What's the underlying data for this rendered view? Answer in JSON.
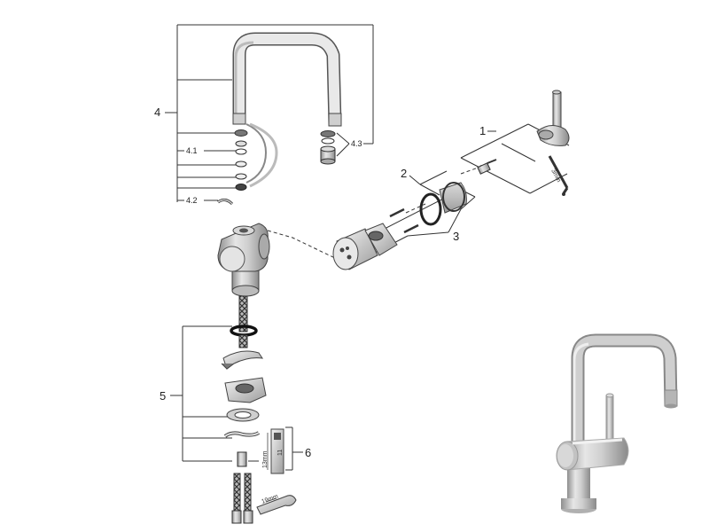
{
  "diagram": {
    "callouts": {
      "c1": "1",
      "c2": "2",
      "c3": "3",
      "c4": "4",
      "c4_1": "4.1",
      "c4_2": "4.2",
      "c4_3": "4.3",
      "c5": "5",
      "c6": "6"
    },
    "dimensions": {
      "hex_key": "3mm",
      "nut_13": "13mm",
      "nut_11": "11",
      "wrench_19": "19mm"
    }
  }
}
